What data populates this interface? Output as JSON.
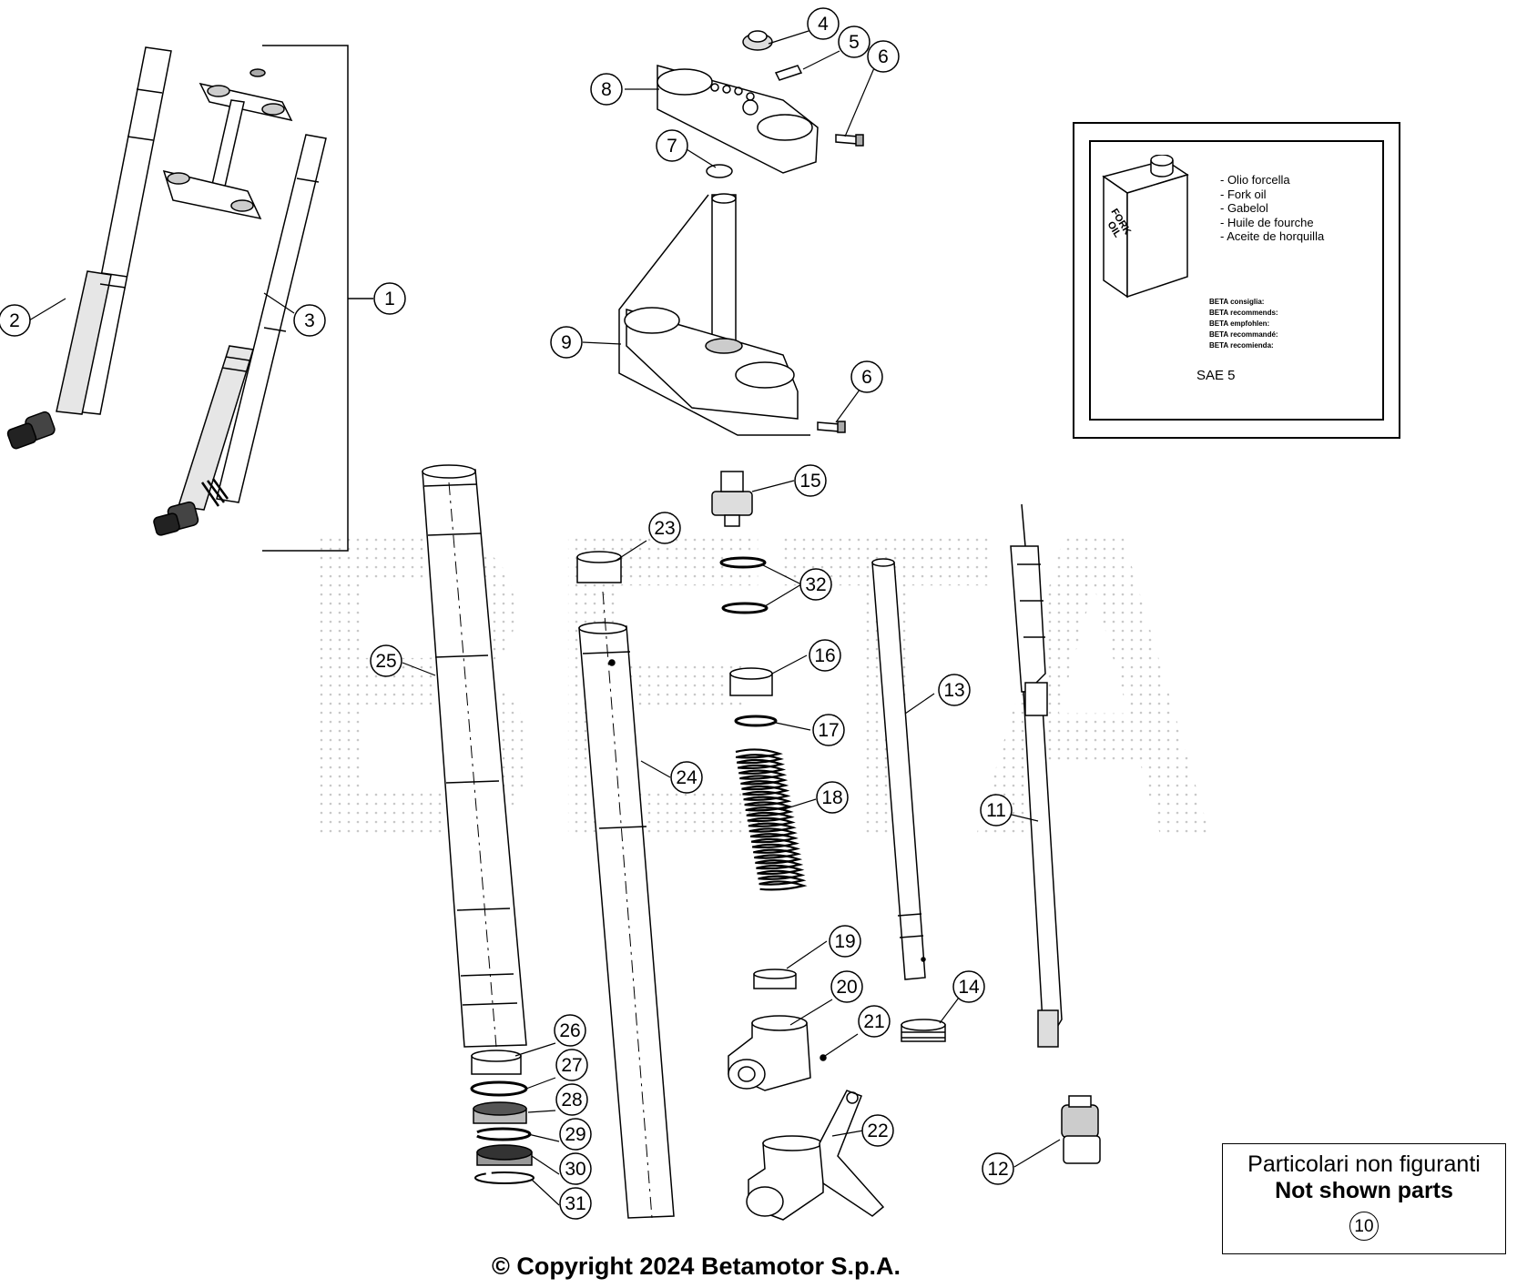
{
  "callouts": {
    "c1": "1",
    "c2": "2",
    "c3": "3",
    "c4": "4",
    "c5": "5",
    "c6a": "6",
    "c6b": "6",
    "c7": "7",
    "c8": "8",
    "c9": "9",
    "c11": "11",
    "c12": "12",
    "c13": "13",
    "c14": "14",
    "c15": "15",
    "c16": "16",
    "c17": "17",
    "c18": "18",
    "c19": "19",
    "c20": "20",
    "c21": "21",
    "c22": "22",
    "c23": "23",
    "c24": "24",
    "c25": "25",
    "c26": "26",
    "c27": "27",
    "c28": "28",
    "c29": "29",
    "c30": "30",
    "c31": "31",
    "c32": "32"
  },
  "oil_box": {
    "can_label_1": "FORK",
    "can_label_2": "OIL",
    "names": [
      "- Olio forcella",
      "- Fork oil",
      "- Gabelol",
      "- Huile de fourche",
      "- Aceite de horquilla"
    ],
    "recommends": [
      "BETA consiglia:",
      "BETA recommends:",
      "BETA empfohlen:",
      "BETA recommandé:",
      "BETA recomienda:"
    ],
    "grade": "SAE 5"
  },
  "not_shown": {
    "line1": "Particolari non figuranti",
    "line2": "Not shown parts",
    "number": "10"
  },
  "footer": {
    "copyright": "© Copyright 2024 Betamotor S.p.A."
  },
  "watermark": "BETA"
}
